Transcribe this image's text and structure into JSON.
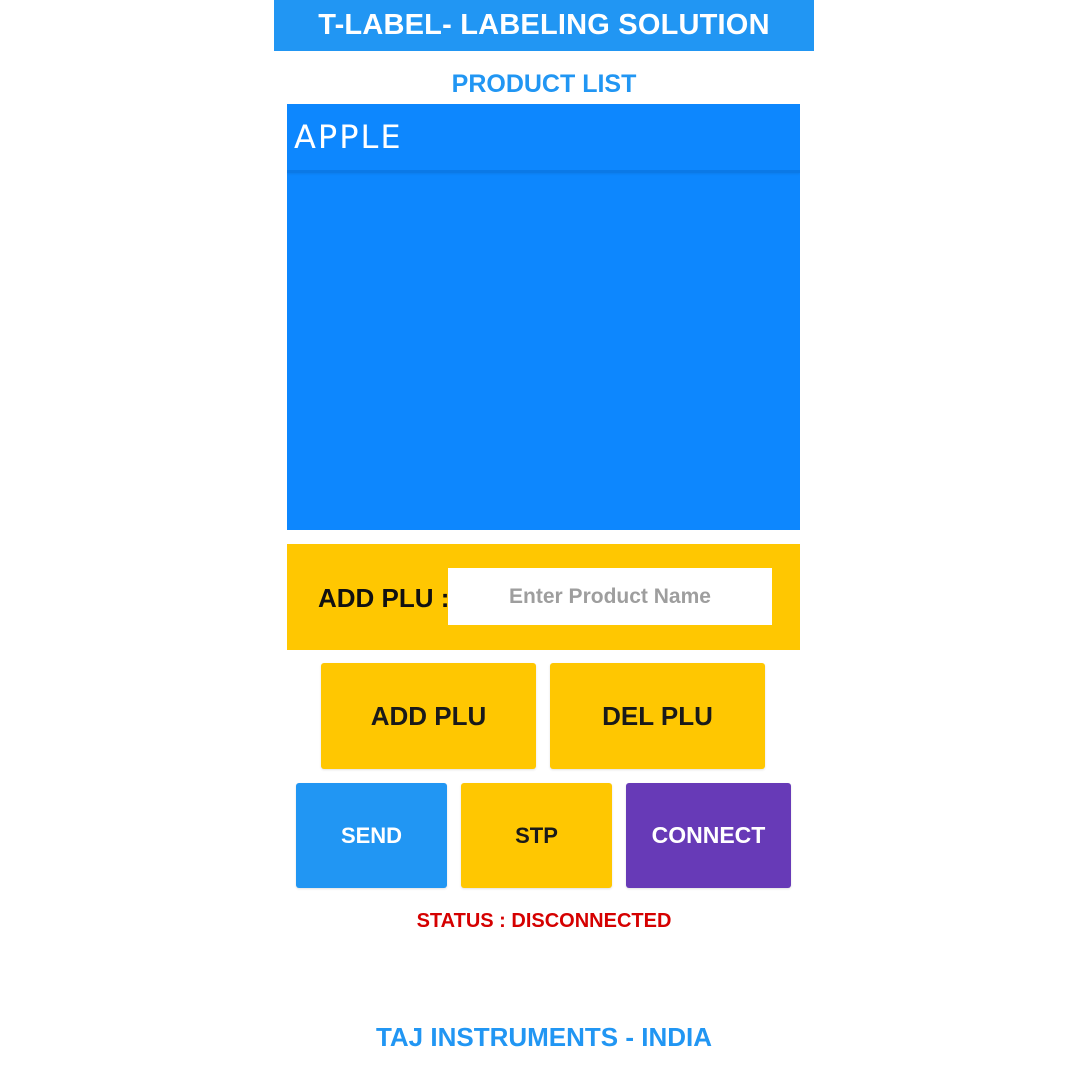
{
  "header": {
    "title": "T-LABEL- LABELING SOLUTION"
  },
  "product_list": {
    "title": "PRODUCT LIST",
    "items": [
      {
        "label": "APPLE"
      }
    ]
  },
  "add_plu_form": {
    "label": "ADD PLU :",
    "input_value": "",
    "input_placeholder": "Enter Product Name"
  },
  "buttons": {
    "add_plu": "ADD PLU",
    "del_plu": "DEL PLU",
    "send": "SEND",
    "stp": "STP",
    "connect": "CONNECT"
  },
  "status": {
    "text": "STATUS : DISCONNECTED",
    "color": "#D50000"
  },
  "footer": {
    "text": "TAJ INSTRUMENTS - INDIA"
  },
  "colors": {
    "primary_blue": "#2196F3",
    "list_blue": "#0D87FE",
    "accent_yellow": "#FFC701",
    "connect_purple": "#673AB7",
    "status_red": "#D50000"
  }
}
